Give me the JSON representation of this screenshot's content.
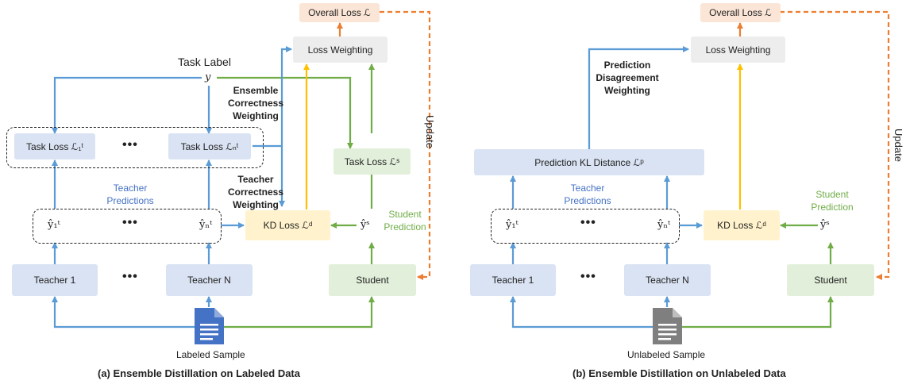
{
  "panel_a": {
    "caption": "(a) Ensemble Distillation on Labeled Data",
    "overall_loss": "Overall Loss ℒ",
    "loss_weighting": "Loss Weighting",
    "task_label": "Task Label",
    "y": "y",
    "ensemble_correctness": "Ensemble\nCorrectness\nWeighting",
    "teacher_correctness": "Teacher\nCorrectness\nWeighting",
    "task_loss_1": "Task Loss ℒ₁ᵗ",
    "task_loss_n": "Task Loss ℒₙᵗ",
    "task_loss_s": "Task Loss ℒˢ",
    "teacher_predictions": "Teacher\nPredictions",
    "student_prediction": "Student\nPrediction",
    "yhat_1": "ŷ₁ᵗ",
    "yhat_n": "ŷₙᵗ",
    "yhat_s": "ŷˢ",
    "kd_loss": "KD Loss ℒᵈ",
    "teacher_1": "Teacher 1",
    "teacher_n": "Teacher N",
    "student": "Student",
    "sample": "Labeled Sample",
    "update": "Update",
    "dots": "•••"
  },
  "panel_b": {
    "caption": "(b) Ensemble Distillation on Unlabeled Data",
    "overall_loss": "Overall Loss ℒ",
    "loss_weighting": "Loss Weighting",
    "pdw": "Prediction\nDisagreement\nWeighting",
    "kl_distance": "Prediction KL Distance ℒᵖ",
    "teacher_predictions": "Teacher\nPredictions",
    "student_prediction": "Student\nPrediction",
    "yhat_1": "ŷ₁ᵗ",
    "yhat_n": "ŷₙᵗ",
    "yhat_s": "ŷˢ",
    "kd_loss": "KD Loss ℒᵈ",
    "teacher_1": "Teacher 1",
    "teacher_n": "Teacher N",
    "student": "Student",
    "sample": "Unlabeled Sample",
    "update": "Update",
    "dots": "•••"
  },
  "colors": {
    "blue_arrow": "#5b9bd5",
    "green_arrow": "#70ad47",
    "yellow_arrow": "#ffc000",
    "orange_arrow": "#ed7d31",
    "teacher_text": "#4472c4",
    "student_text": "#70ad47"
  }
}
